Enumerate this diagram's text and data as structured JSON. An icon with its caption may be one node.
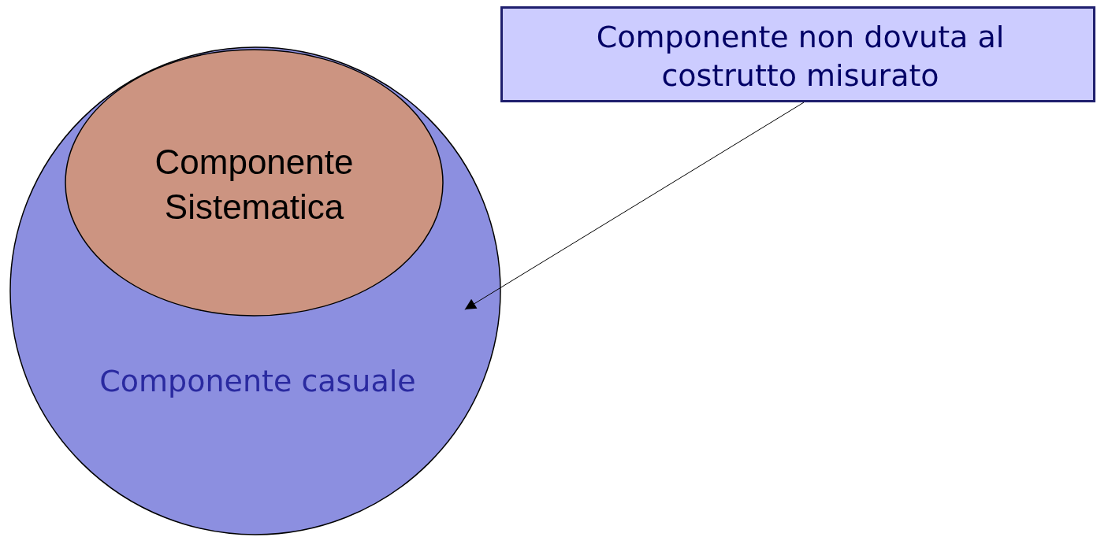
{
  "diagram": {
    "nodes": [
      {
        "text": [
          "Componente casuale"
        ]
      },
      {
        "text": [
          "Componente Sistematica"
        ],
        "in": 0
      },
      {
        "text": [
          "Componente non dovuta al costrutto misurato"
        ]
      }
    ],
    "edges": [
      {
        "from": 2,
        "to": 0,
        "arrow": "to"
      }
    ]
  }
}
